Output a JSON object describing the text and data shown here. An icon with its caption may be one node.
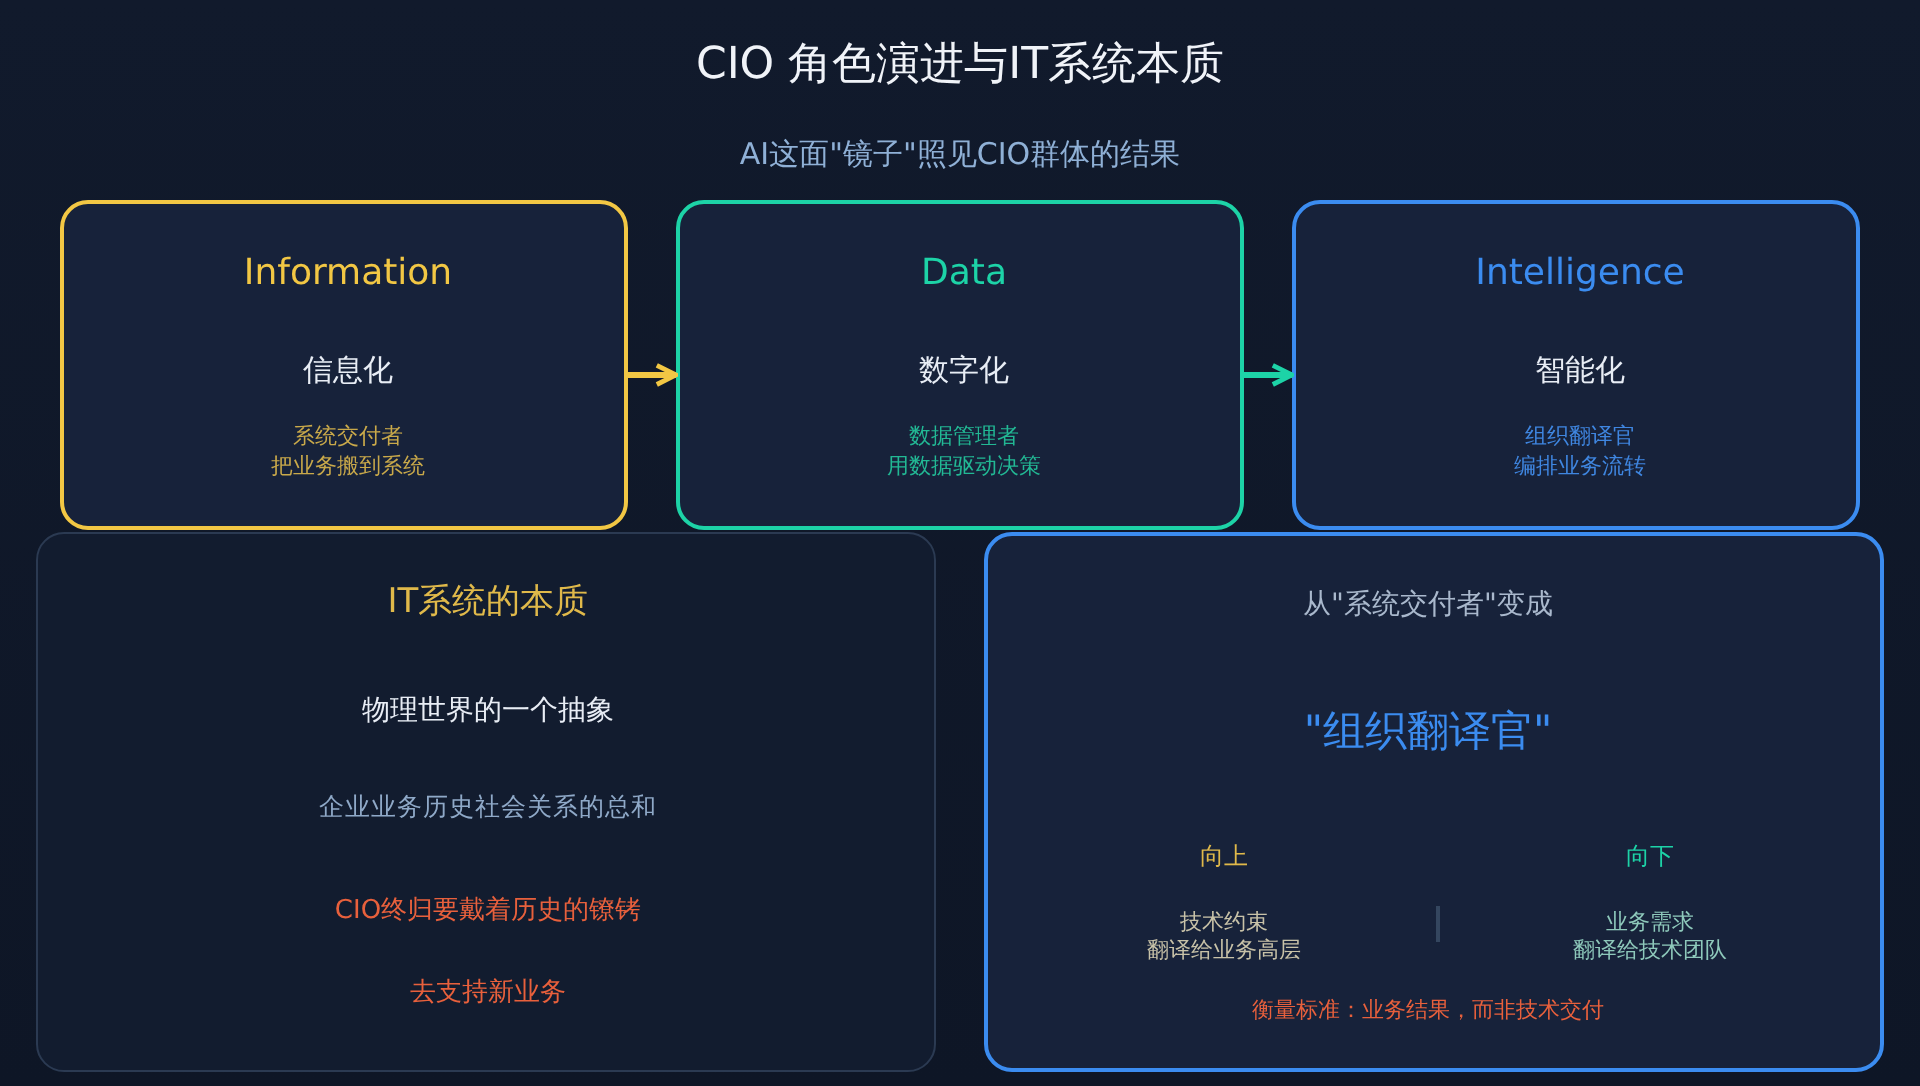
{
  "diagram": {
    "title": "CIO 角色演进与IT系统本质",
    "nodes": [
      {
        "text": [
          "Information",
          "信息化",
          "系统交付者",
          "把业务搬到系统"
        ]
      },
      {
        "text": [
          "Data",
          "数字化",
          "数据管理者",
          "用数据驱动决策"
        ]
      },
      {
        "text": [
          "Intelligence",
          "智能化",
          "组织翻译官",
          "编排业务流转"
        ]
      },
      {
        "text": [
          "IT系统的本质",
          "物理世界的一个抽象",
          "企业业务历史社会关系的总和",
          "CIO终归要戴着历史的镣铐",
          "去支持新业务"
        ]
      },
      {
        "text": [
          "从\"系统交付者\"变成",
          "\"组织翻译官\"",
          "向上",
          "技术约束",
          "翻译给业务高层",
          "向下",
          "业务需求",
          "翻译给技术团队",
          "衡量标准：业务结果，而非技术交付"
        ]
      }
    ],
    "edges": [
      {
        "from": 0,
        "to": 1,
        "arrow": "to",
        "color": "#f2c744"
      },
      {
        "from": 1,
        "to": 2,
        "arrow": "to",
        "color": "#1dd3a7"
      }
    ],
    "labels": [
      "AI这面\"镜子\"照见CIO群体的结果"
    ]
  }
}
